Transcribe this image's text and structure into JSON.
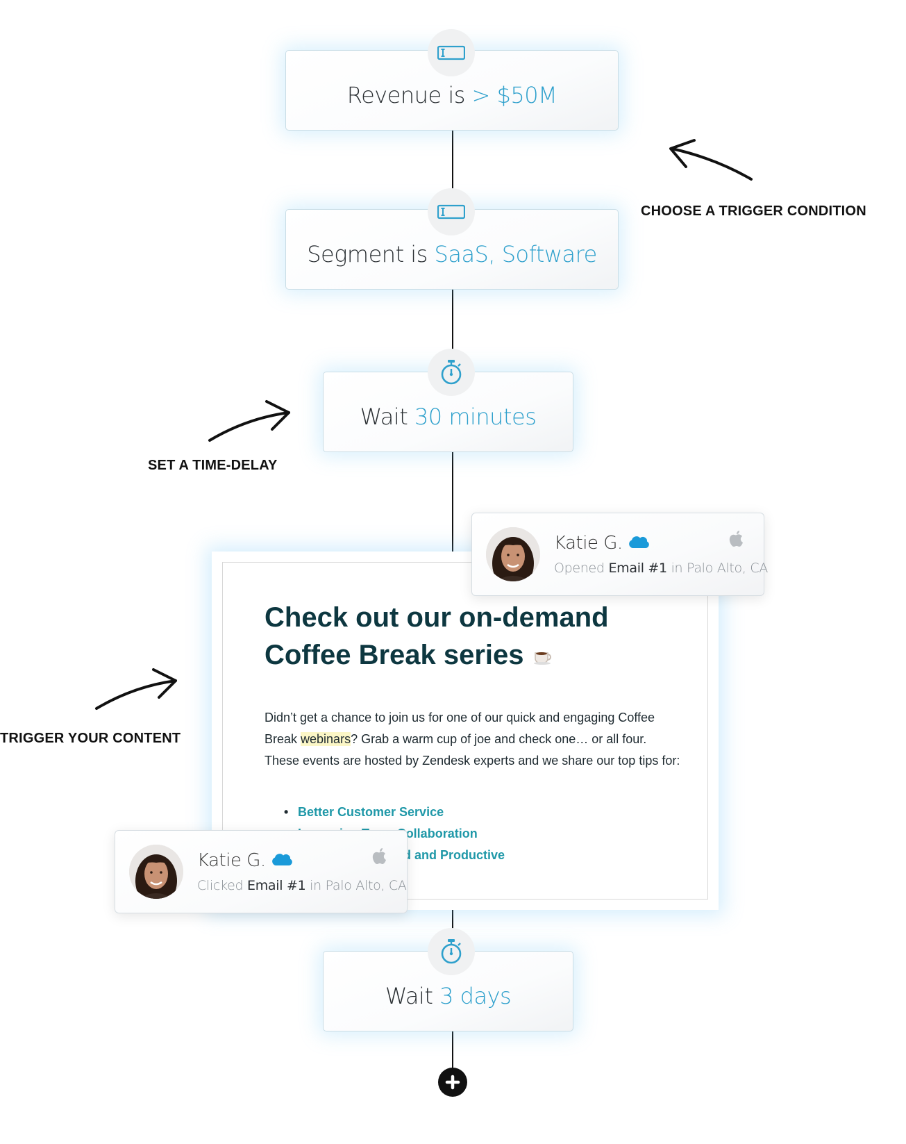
{
  "nodes": [
    {
      "prefix": "Revenue is ",
      "value": "> $50M",
      "icon": "input-field-icon"
    },
    {
      "prefix": "Segment is ",
      "value": "SaaS, Software",
      "icon": "input-field-icon"
    },
    {
      "prefix": "Wait ",
      "value": "30 minutes",
      "icon": "stopwatch-icon"
    },
    {
      "prefix": "Wait ",
      "value": "3 days",
      "icon": "stopwatch-icon"
    }
  ],
  "annotations": {
    "trigger_condition": "CHOOSE A TRIGGER CONDITION",
    "time_delay": "SET A TIME-DELAY",
    "trigger_content": "TRIGGER YOUR CONTENT"
  },
  "email": {
    "title": "Check out our on-demand Coffee Break series",
    "body_part1": "Didn’t get a chance to join us for one of our quick and engaging Coffee Break ",
    "body_highlight": "webinars",
    "body_part2": "? Grab a warm cup of joe and check one… or all four. These events are hosted by Zendesk experts and we share our top tips for:",
    "list": [
      "Better Customer Service",
      "Improving Team Collaboration",
      "Staying Connected and Productive"
    ]
  },
  "notifications": [
    {
      "name": "Katie G.",
      "action": "Opened",
      "object": "Email #1",
      "location": "in Palo Alto, CA"
    },
    {
      "name": "Katie G.",
      "action": "Clicked",
      "object": "Email #1",
      "location": "in Palo Alto, CA"
    }
  ],
  "colors": {
    "accent": "#2ea0cc",
    "title": "#0d3740",
    "link": "#1f98a8",
    "glow": "#78c8f5"
  }
}
